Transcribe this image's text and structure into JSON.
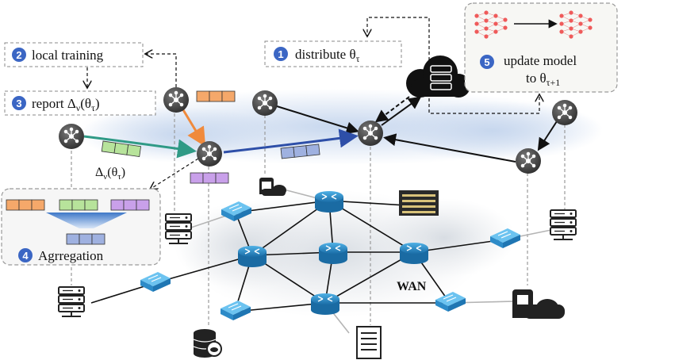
{
  "steps": [
    {
      "num": "1",
      "text": "distribute θ",
      "sub": "τ"
    },
    {
      "num": "2",
      "text": "local training"
    },
    {
      "num": "3",
      "text": "report Δ",
      "sub": "ν",
      "tail": "(θ",
      "tail_sub": "τ",
      "end": ")"
    },
    {
      "num": "4",
      "text": "Agrregation"
    },
    {
      "num": "5",
      "line1": "update model",
      "line2": "to θ",
      "line2_sub": "τ+1"
    }
  ],
  "wan_label": "WAN",
  "edge_update": {
    "text": "Δ",
    "sub": "ν",
    "tail": "(θ",
    "tail_sub": "τ",
    "end": ")"
  },
  "colors": {
    "blue_badge": "#3b66c4",
    "orange": "#f08a3c",
    "green_arrow": "#2f9a86",
    "blue_arrow": "#2e4fa8",
    "model_orange": "#f5a86a",
    "model_green": "#b7e39b",
    "model_purple": "#c9a0ea",
    "model_blue": "#9fb1e0",
    "router_blue": "#2d8bc8",
    "switch_blue": "#52b2e8"
  },
  "icons": [
    "edge-hub-icon",
    "cloud-server-icon",
    "router-icon",
    "switch-icon",
    "server-rack-icon",
    "database-icon",
    "phone-cloud-icon",
    "neural-net-icon"
  ]
}
